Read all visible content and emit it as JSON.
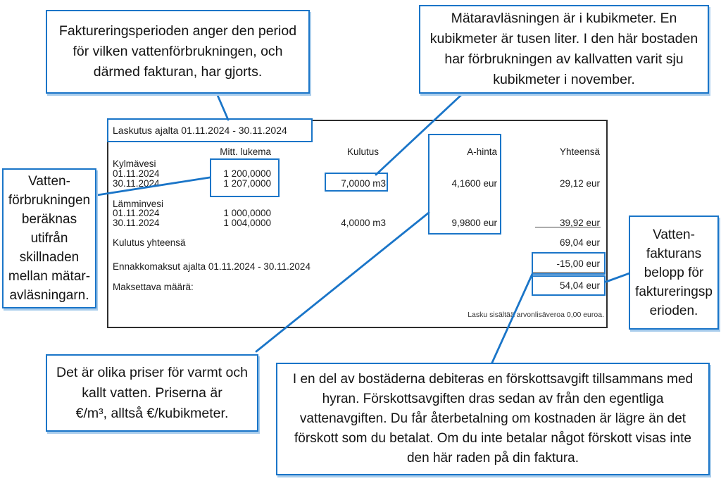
{
  "accent_color": "#1a75c8",
  "accent_shadow": "#a9cdec",
  "callouts": {
    "billing_period": "Faktureringsperioden anger den period\nför vilken vattenförbrukningen, och\ndärmed fakturan, har gjorts.",
    "meter_reading": "Mätaravläsningen är i kubikmeter. En\nkubikmeter är tusen liter. I den här bostaden\nhar förbrukningen av kallvatten varit sju\nkubikmeter i november.",
    "consumption_calc": "Vatten-\nförbrukningen\nberäknas\nutifrån\nskillnaden\nmellan mätar-\navläsningarn.",
    "invoice_amount": "Vatten-\nfakturans\nbelopp för\nfaktureringsp\nerioden.",
    "prices": "Det är olika priser för varmt och\nkallt vatten. Priserna är\n€/m³, alltså €/kubikmeter.",
    "advance_payment": "I en del av bostäderna debiteras en förskottsavgift tillsammans med\nhyran. Förskottsavgiften dras sedan av från den egentliga\nvattenavgiften. Du får återbetalning om kostnaden är lägre än det\nförskott som du betalat. Om du inte betalar något förskott visas inte\nden här raden på din faktura."
  },
  "invoice": {
    "period_title": "Laskutus  ajalta 01.11.2024 - 30.11.2024",
    "headers": {
      "reading": "Mitt. lukema",
      "consumption": "Kulutus",
      "unit_price": "A-hinta",
      "total": "Yhteensä"
    },
    "cold": {
      "label": "Kylmävesi",
      "date1": "01.11.2024",
      "reading1": "1 200,0000",
      "date2": "30.11.2024",
      "reading2": "1 207,0000",
      "consumption": "7,0000 m3",
      "unit_price": "4,1600 eur",
      "total": "29,12 eur"
    },
    "hot": {
      "label": "Lämminvesi",
      "date1": "01.11.2024",
      "reading1": "1 000,0000",
      "date2": "30.11.2024",
      "reading2": "1 004,0000",
      "consumption": "4,0000 m3",
      "unit_price": "9,9800 eur",
      "total": "39,92 eur"
    },
    "summary": {
      "consumption_total_label": "Kulutus yhteensä",
      "consumption_total": "69,04 eur",
      "advance_label": "Ennakkomaksut ajalta 01.11.2024 - 30.11.2024",
      "advance": "-15,00 eur",
      "payable_label": "Maksettava määrä:",
      "payable": "54,04 eur",
      "vat_note": "Lasku sisältää arvonlisäveroa 0,00 euroa."
    }
  }
}
